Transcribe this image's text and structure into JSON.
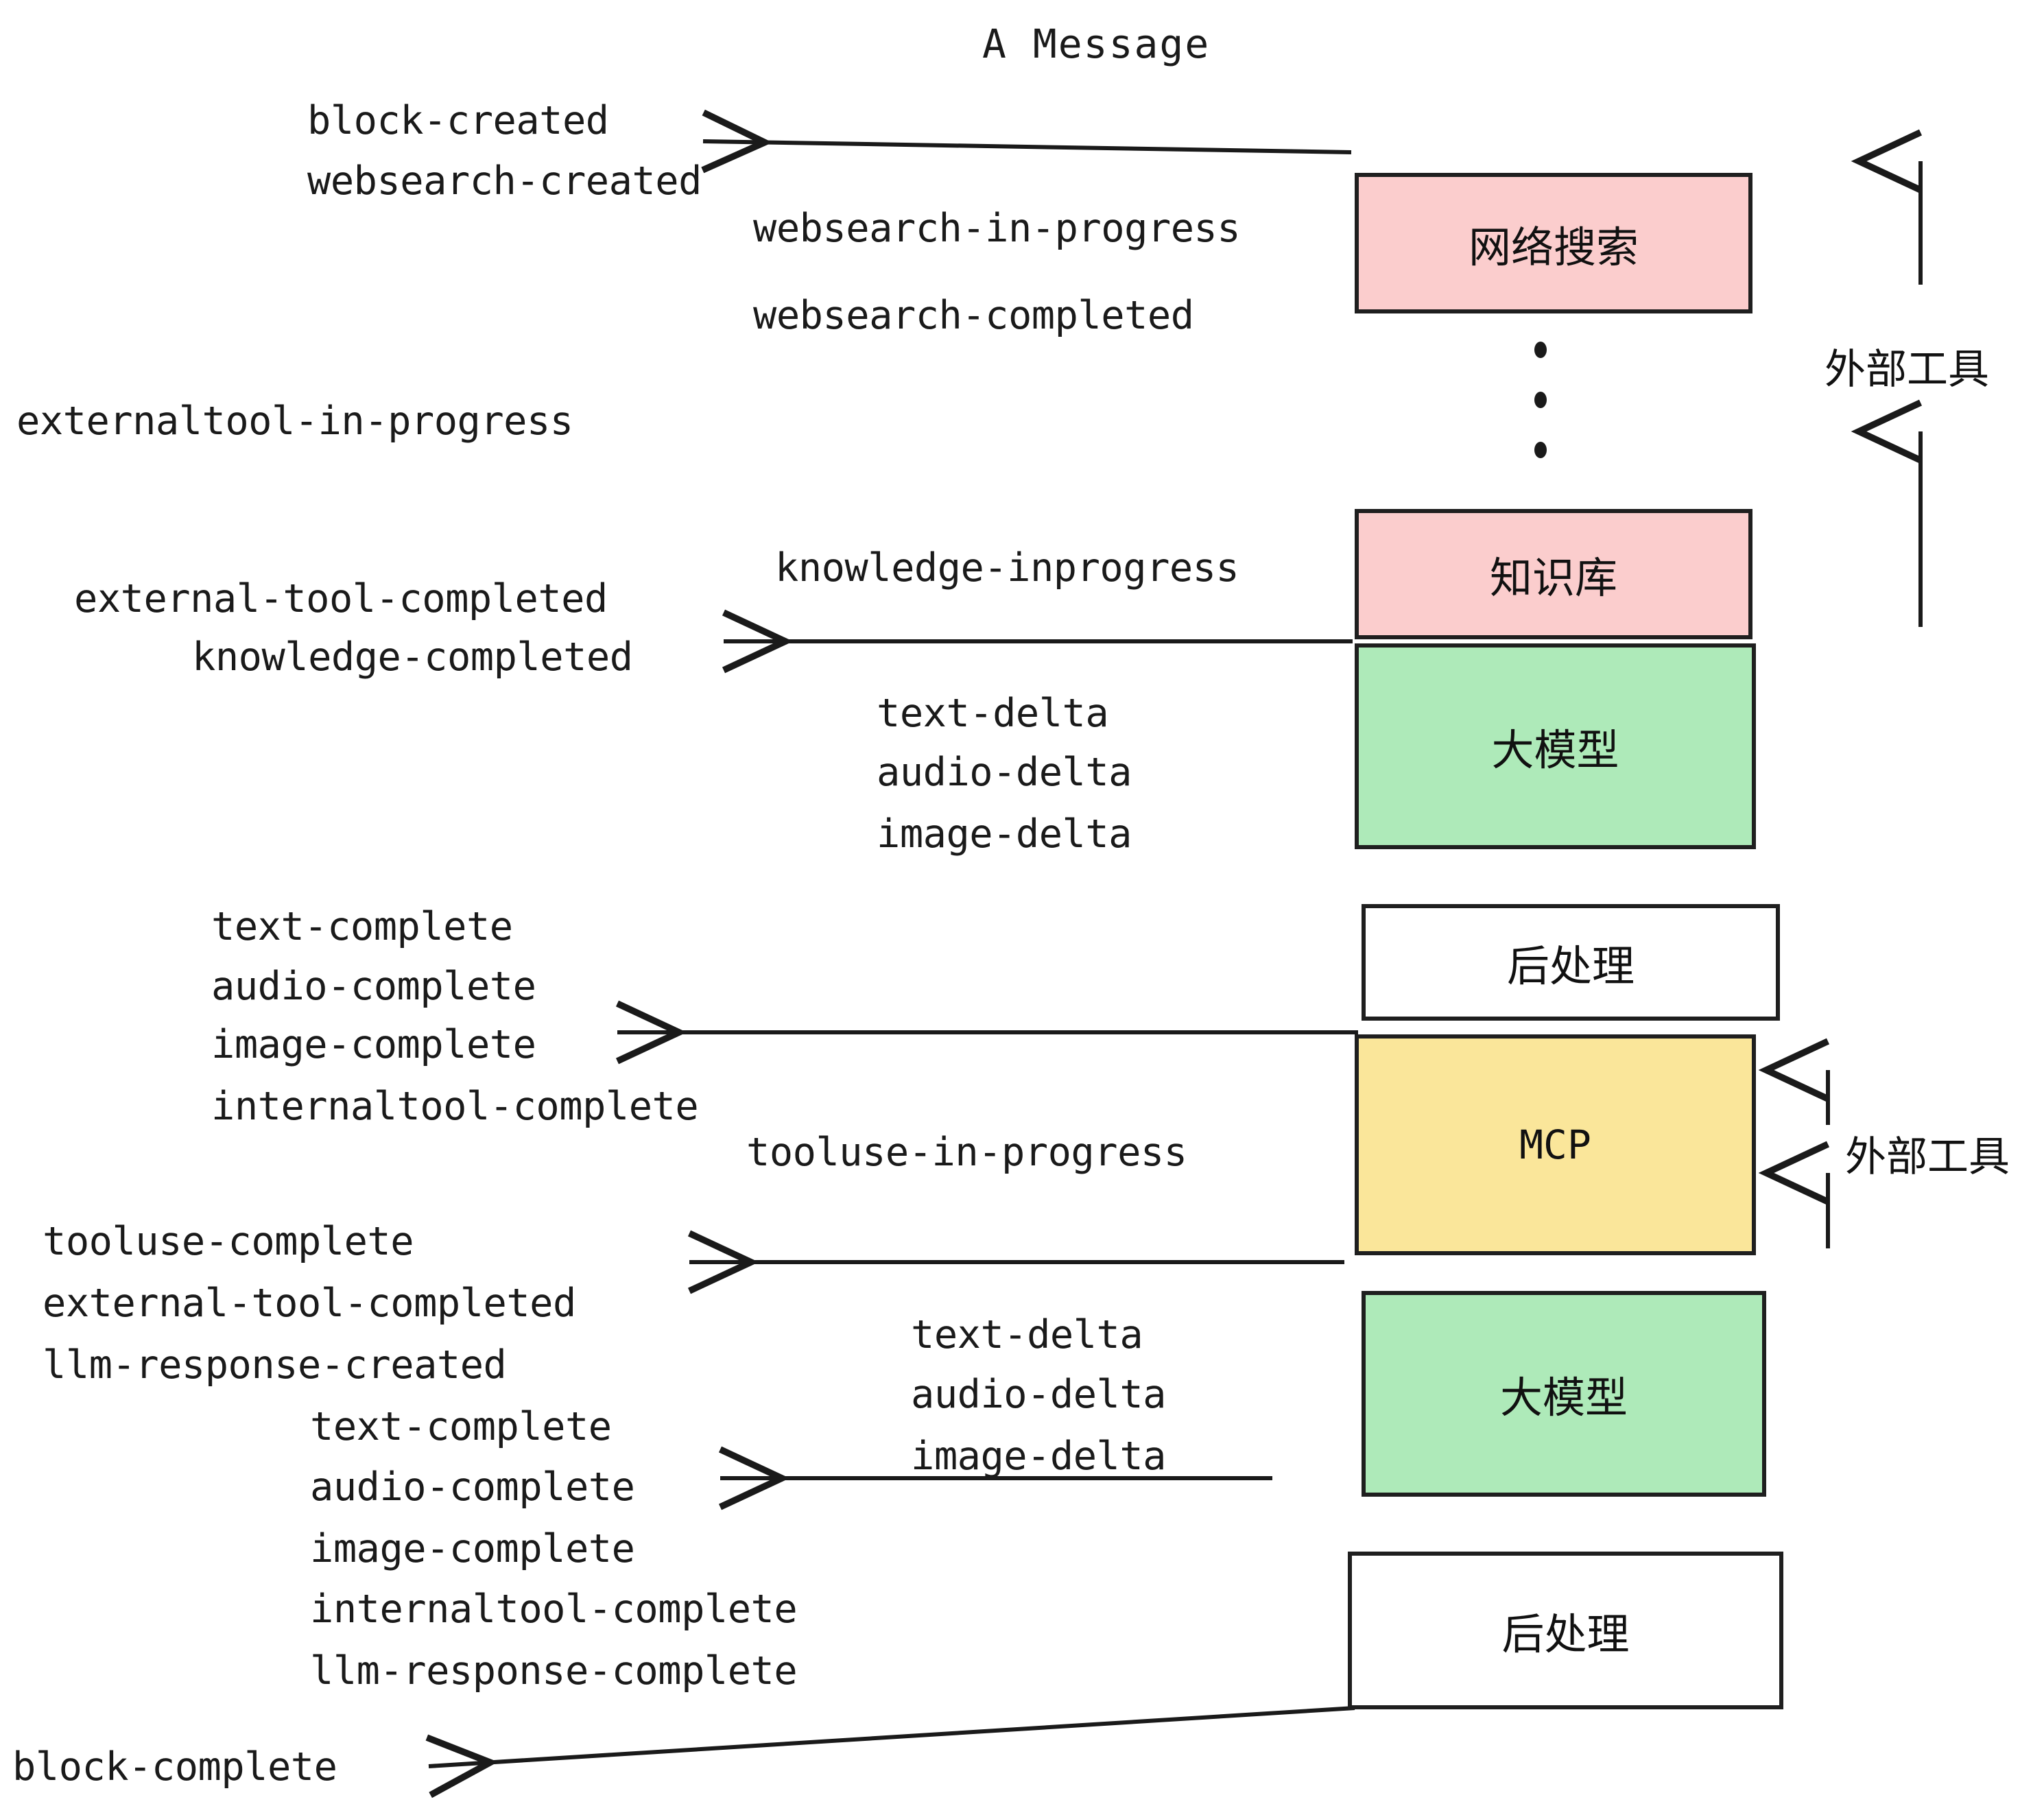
{
  "diagram": {
    "title": "A Message",
    "colors": {
      "pink": "#fbcdcd",
      "green": "#aeeab9",
      "yellow": "#fae69a",
      "white": "#ffffff",
      "stroke": "#1f1f1f",
      "text": "#1a1a1a"
    },
    "boxes": [
      {
        "id": "websearch",
        "label": "网络搜索",
        "fill": "pink"
      },
      {
        "id": "knowledge",
        "label": "知识库",
        "fill": "pink"
      },
      {
        "id": "llm-top",
        "label": "大模型",
        "fill": "green"
      },
      {
        "id": "post-top",
        "label": "后处理",
        "fill": "white"
      },
      {
        "id": "mcp",
        "label": "MCP",
        "fill": "yellow"
      },
      {
        "id": "llm-bottom",
        "label": "大模型",
        "fill": "green"
      },
      {
        "id": "post-bottom",
        "label": "后处理",
        "fill": "white"
      }
    ],
    "side_labels": [
      {
        "id": "external-tools-top",
        "label": "外部工具"
      },
      {
        "id": "external-tools-bottom",
        "label": "外部工具"
      }
    ],
    "events": {
      "block_created": "block-created",
      "websearch_created": "websearch-created",
      "websearch_in_progress": "websearch-in-progress",
      "websearch_completed": "websearch-completed",
      "externaltool_in_progress": "externaltool-in-progress",
      "knowledge_inprogress": "knowledge-inprogress",
      "external_tool_completed_1": "external-tool-completed",
      "knowledge_completed": "knowledge-completed",
      "text_delta_1": "text-delta",
      "audio_delta_1": "audio-delta",
      "image_delta_1": "image-delta",
      "text_complete_1": "text-complete",
      "audio_complete_1": "audio-complete",
      "image_complete_1": "image-complete",
      "internaltool_complete_1": "internaltool-complete",
      "tooluse_in_progress": "tooluse-in-progress",
      "tooluse_complete": "tooluse-complete",
      "external_tool_completed_2": "external-tool-completed",
      "llm_response_created": "llm-response-created",
      "text_delta_2": "text-delta",
      "audio_delta_2": "audio-delta",
      "image_delta_2": "image-delta",
      "text_complete_2": "text-complete",
      "audio_complete_2": "audio-complete",
      "image_complete_2": "image-complete",
      "internaltool_complete_2": "internaltool-complete",
      "llm_response_complete": "llm-response-complete",
      "block_complete": "block-complete"
    },
    "ellipsis": "vertical-three-dots"
  }
}
